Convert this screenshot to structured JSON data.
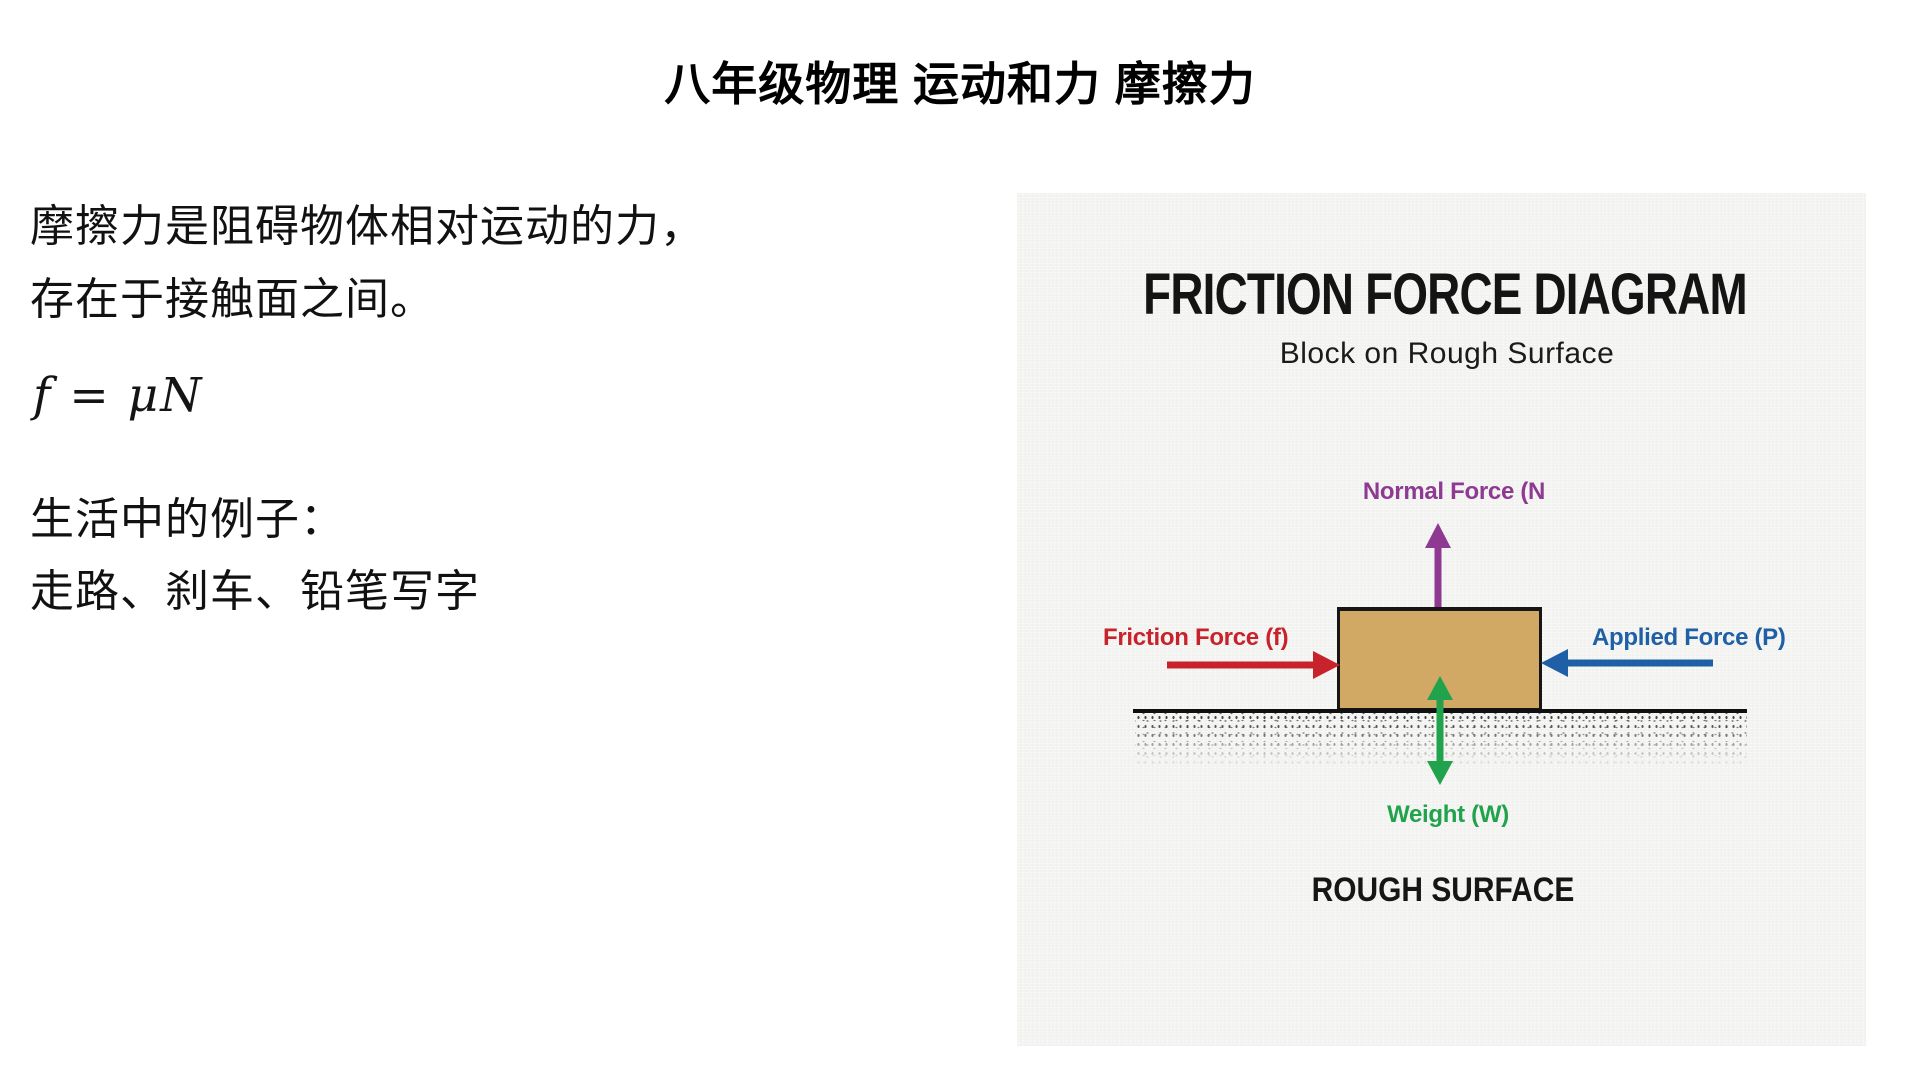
{
  "page": {
    "title": "八年级物理 运动和力 摩擦力"
  },
  "notes": {
    "definition_line1": "摩擦力是阻碍物体相对运动的力，",
    "definition_line2": "存在于接触面之间。",
    "formula": "f = μN",
    "examples_heading": "生活中的例子：",
    "examples": "走路、刹车、铅笔写字"
  },
  "diagram": {
    "title": "FRICTION FORCE DIAGRAM",
    "subtitle": "Block on Rough Surface",
    "labels": {
      "normal_force": "Normal Force (N",
      "friction_force": "Friction Force (f)",
      "applied_force": "Applied Force (P)",
      "weight": "Weight (W)",
      "surface": "ROUGH SURFACE"
    },
    "icons": {
      "normal_force": "double-headed-up-down-arrow-icon",
      "friction_force": "right-arrow-icon",
      "applied_force": "left-arrow-icon",
      "weight": "double-headed-up-down-arrow-icon"
    },
    "colors": {
      "normal_force": "#8e3a92",
      "friction_force": "#c8232c",
      "applied_force": "#1e5fa6",
      "weight": "#21a24d",
      "block_fill": "#d2a865",
      "paper_background": "#f3f3f1",
      "ink": "#141414"
    }
  }
}
